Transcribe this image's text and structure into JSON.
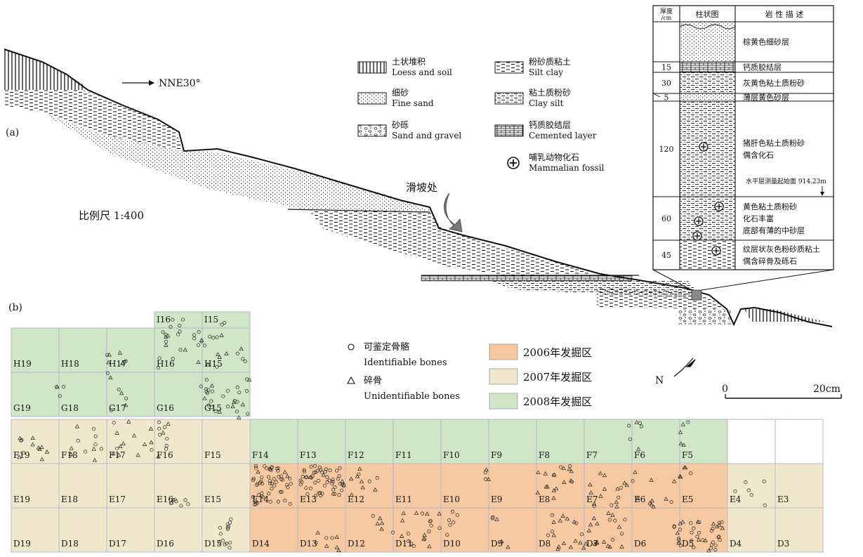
{
  "panel_a": {
    "label": "(a)",
    "direction": "NNE30°",
    "scale": "比例尺 1:400",
    "landslide": "滑坡处",
    "legend": [
      {
        "cn": "土状堆积",
        "en": "Loess and soil",
        "pattern": "loess"
      },
      {
        "cn": "细砂",
        "en": "Fine sand",
        "pattern": "fine-sand"
      },
      {
        "cn": "砂砾",
        "en": "Sand and gravel",
        "pattern": "gravel"
      },
      {
        "cn": "粉砂质粘土",
        "en": "Silt clay",
        "pattern": "silt-clay"
      },
      {
        "cn": "粘土质粉砂",
        "en": "Clay silt",
        "pattern": "clay-silt"
      },
      {
        "cn": "钙质胶结层",
        "en": "Cemented layer",
        "pattern": "cemented"
      },
      {
        "cn": "哺乳动物化石",
        "en": "Mammalian fossil",
        "pattern": "fossil"
      }
    ],
    "column": {
      "headers": [
        "厚度",
        "/cm",
        "柱状图",
        "岩 性 描 述"
      ],
      "rows": [
        {
          "thickness": "",
          "desc": [
            "棕黄色细砂层"
          ]
        },
        {
          "thickness": "15",
          "desc": [
            "钙质胶结层"
          ]
        },
        {
          "thickness": "30",
          "desc": [
            "灰黄色粘土质粉砂"
          ]
        },
        {
          "thickness": "5",
          "desc": [
            "薄层黄色砂层"
          ]
        },
        {
          "thickness": "120",
          "desc": [
            "猪肝色粘土质粉砂",
            "偶含化石"
          ]
        },
        {
          "thickness": "60",
          "desc": [
            "黄色粘土质粉砂",
            "化石丰富",
            "底部有薄的中砂层"
          ]
        },
        {
          "thickness": "45",
          "desc": [
            "纹层状灰色粉砂质粘土",
            "偶含碎骨及砾石"
          ]
        }
      ],
      "level_note": "水平层测量起始面 914.23m"
    }
  },
  "panel_b": {
    "label": "(b)",
    "north": "N",
    "scale_bar": {
      "start": "0",
      "end": "20cm"
    },
    "legend_symbols": [
      {
        "cn": "可鉴定骨骼",
        "en": "Identifiable bones",
        "symbol": "circle"
      },
      {
        "cn": "碎骨",
        "en": "Unidentifiable bones",
        "symbol": "triangle"
      }
    ],
    "legend_years": [
      {
        "label": "2006年发掘区",
        "color": "#f6c9a0"
      },
      {
        "label": "2007年发掘区",
        "color": "#f1e8cc"
      },
      {
        "label": "2008年发掘区",
        "color": "#cfe6c7"
      }
    ],
    "grid_rows": [
      {
        "row": "I",
        "cells": [
          {
            "label": "I16",
            "area": "2008"
          },
          {
            "label": "I15",
            "area": "2008"
          }
        ]
      },
      {
        "row": "H",
        "cells": [
          {
            "label": "H19",
            "area": "2008"
          },
          {
            "label": "H18",
            "area": "2008"
          },
          {
            "label": "H17",
            "area": "2008"
          },
          {
            "label": "H16",
            "area": "2008"
          },
          {
            "label": "H15",
            "area": "2008"
          }
        ]
      },
      {
        "row": "G",
        "cells": [
          {
            "label": "G19",
            "area": "2008"
          },
          {
            "label": "G18",
            "area": "2008"
          },
          {
            "label": "G17",
            "area": "2008"
          },
          {
            "label": "G16",
            "area": "2008"
          },
          {
            "label": "G15",
            "area": "2008"
          }
        ]
      },
      {
        "row": "F",
        "cells": [
          {
            "label": "F19",
            "area": "2007"
          },
          {
            "label": "F18",
            "area": "2007"
          },
          {
            "label": "F17",
            "area": "2007"
          },
          {
            "label": "F16",
            "area": "2007"
          },
          {
            "label": "F15",
            "area": "2007"
          },
          {
            "label": "F14",
            "area": "2008"
          },
          {
            "label": "F13",
            "area": "2008"
          },
          {
            "label": "F12",
            "area": "2008"
          },
          {
            "label": "F11",
            "area": "2008"
          },
          {
            "label": "F10",
            "area": "2008"
          },
          {
            "label": "F9",
            "area": "2008"
          },
          {
            "label": "F8",
            "area": "2008"
          },
          {
            "label": "F7",
            "area": "2008"
          },
          {
            "label": "F6",
            "area": "2008"
          },
          {
            "label": "F5",
            "area": "2008"
          },
          {
            "label": "",
            "area": "none"
          },
          {
            "label": "",
            "area": "none"
          }
        ]
      },
      {
        "row": "E",
        "cells": [
          {
            "label": "E19",
            "area": "2007"
          },
          {
            "label": "E18",
            "area": "2007"
          },
          {
            "label": "E17",
            "area": "2007"
          },
          {
            "label": "E16",
            "area": "2007"
          },
          {
            "label": "E15",
            "area": "2007"
          },
          {
            "label": "E14",
            "area": "2006"
          },
          {
            "label": "E13",
            "area": "2006"
          },
          {
            "label": "E12",
            "area": "2006"
          },
          {
            "label": "E11",
            "area": "2006"
          },
          {
            "label": "E10",
            "area": "2006"
          },
          {
            "label": "E9",
            "area": "2006"
          },
          {
            "label": "E8",
            "area": "2006"
          },
          {
            "label": "E7",
            "area": "2006"
          },
          {
            "label": "E6",
            "area": "2006"
          },
          {
            "label": "E5",
            "area": "2006"
          },
          {
            "label": "E4",
            "area": "2007"
          },
          {
            "label": "E3",
            "area": "2007"
          }
        ]
      },
      {
        "row": "D",
        "cells": [
          {
            "label": "D19",
            "area": "2007"
          },
          {
            "label": "D18",
            "area": "2007"
          },
          {
            "label": "D17",
            "area": "2007"
          },
          {
            "label": "D16",
            "area": "2007"
          },
          {
            "label": "D15",
            "area": "2007"
          },
          {
            "label": "D14",
            "area": "2006"
          },
          {
            "label": "D13",
            "area": "2006"
          },
          {
            "label": "D12",
            "area": "2006"
          },
          {
            "label": "D11",
            "area": "2006"
          },
          {
            "label": "D10",
            "area": "2006"
          },
          {
            "label": "D9",
            "area": "2006"
          },
          {
            "label": "D8",
            "area": "2006"
          },
          {
            "label": "D7",
            "area": "2006"
          },
          {
            "label": "D6",
            "area": "2006"
          },
          {
            "label": "D5",
            "area": "2006"
          },
          {
            "label": "D4",
            "area": "2007"
          },
          {
            "label": "D3",
            "area": "2007"
          }
        ]
      }
    ]
  }
}
